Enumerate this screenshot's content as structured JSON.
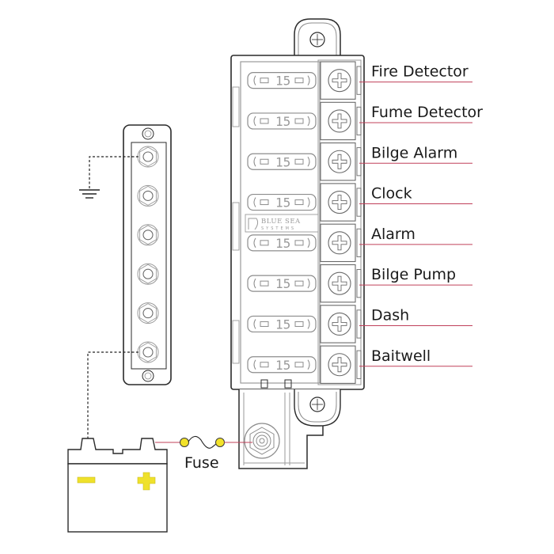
{
  "title": "Blue Sea Systems fuse block wiring diagram",
  "fuse_block": {
    "brand": "BLUE SEA",
    "brand_sub": "SYSTEMS",
    "circuits": [
      {
        "label": "Fire Detector",
        "rating": "15"
      },
      {
        "label": "Fume Detector",
        "rating": "15"
      },
      {
        "label": "Bilge Alarm",
        "rating": "15"
      },
      {
        "label": "Clock",
        "rating": "15"
      },
      {
        "label": "Alarm",
        "rating": "15"
      },
      {
        "label": "Bilge Pump",
        "rating": "15"
      },
      {
        "label": "Dash",
        "rating": "15"
      },
      {
        "label": "Baitwell",
        "rating": "15"
      }
    ]
  },
  "bus_bar": {
    "terminal_count": 6
  },
  "battery": {
    "negative_symbol": "minus-sign",
    "positive_symbol": "plus-sign"
  },
  "inline_fuse": {
    "label": "Fuse"
  },
  "ground": {
    "symbol": "ground-symbol"
  },
  "colors": {
    "wire_positive": "#c0405a",
    "terminal_yellow": "#f2e22a",
    "battery_symbols": "#efe12b",
    "outline": "#2a2a2a",
    "detail_gray": "#8c8c8c"
  }
}
